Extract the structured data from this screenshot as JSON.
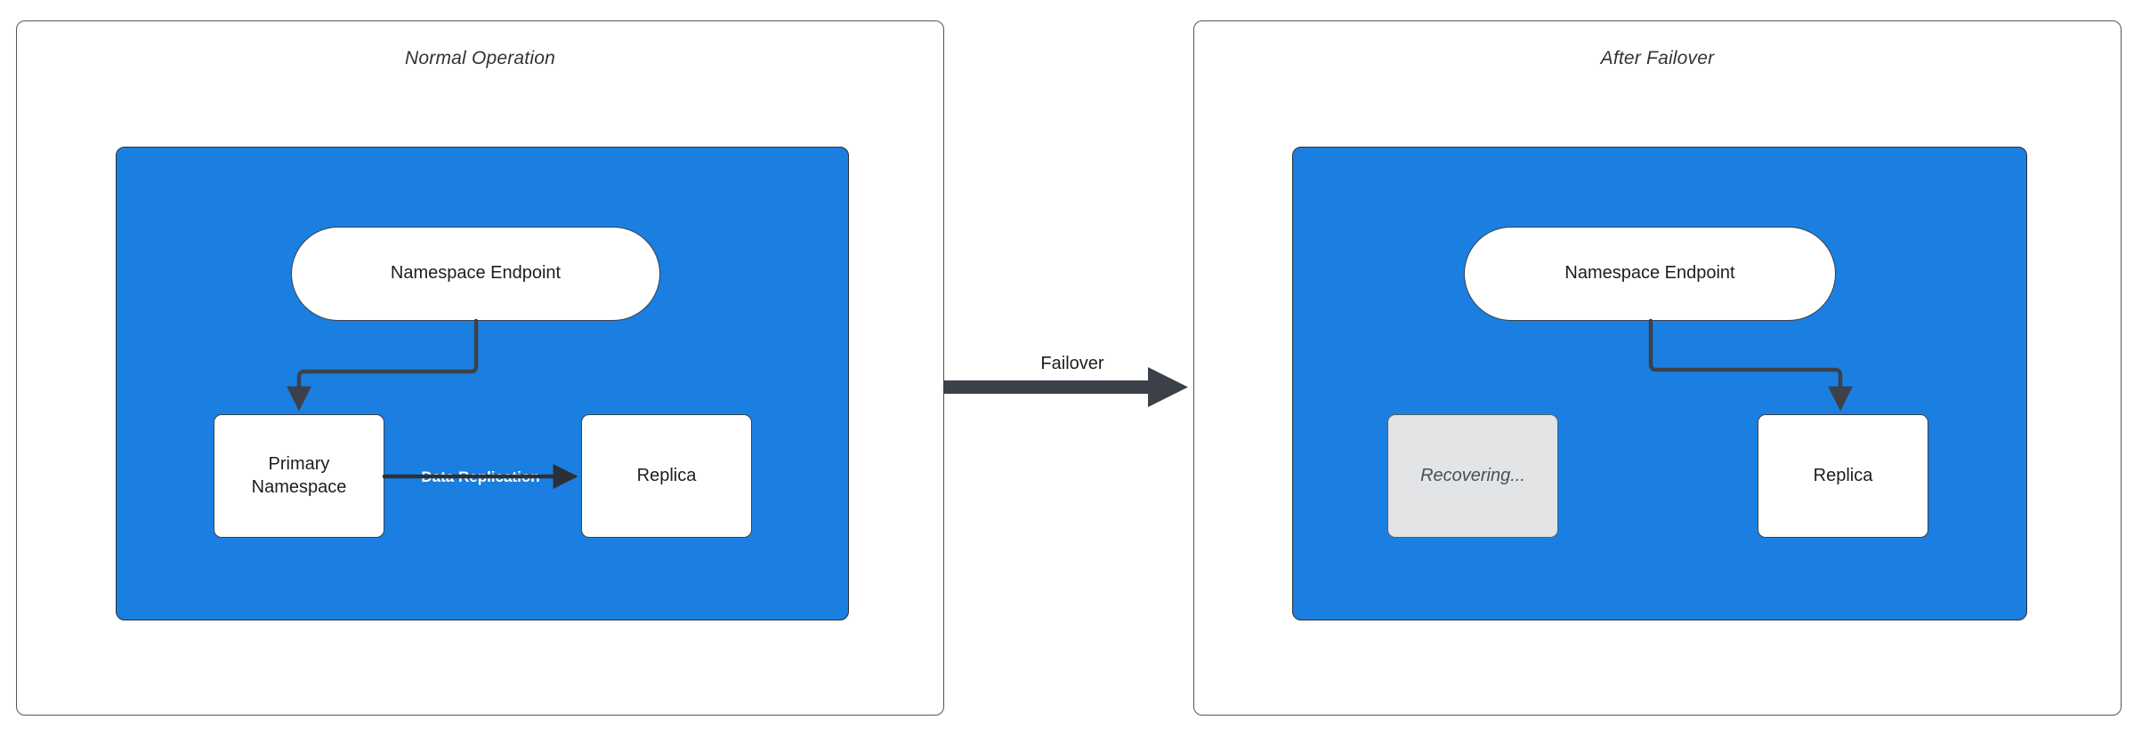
{
  "diagram": {
    "type": "flowchart",
    "title": "Namespace failover topology",
    "colors": {
      "cluster_blue": "#1a7fe0",
      "node_white": "#ffffff",
      "node_muted_gray": "#e2e4e6",
      "stroke_dark": "#3c4149",
      "panel_border": "#555555",
      "edge_label_white": "#ffffff",
      "text_dark": "#1b1d21"
    },
    "panels": [
      {
        "id": "normal",
        "title": "Normal Operation",
        "cluster": {
          "id": "cluster-normal",
          "label": ""
        },
        "nodes": [
          {
            "id": "endpoint-normal",
            "label": "Namespace Endpoint",
            "shape": "pill",
            "state": "active"
          },
          {
            "id": "primary-namespace",
            "label": "Primary\nNamespace",
            "shape": "box",
            "state": "active"
          },
          {
            "id": "replica-normal",
            "label": "Replica",
            "shape": "box",
            "state": "active"
          }
        ],
        "edges": [
          {
            "from": "endpoint-normal",
            "to": "primary-namespace",
            "label": "",
            "style": "elbow-arrow"
          },
          {
            "from": "primary-namespace",
            "to": "replica-normal",
            "label": "Data Replication",
            "style": "straight-arrow"
          }
        ]
      },
      {
        "id": "failover",
        "title": "After Failover",
        "cluster": {
          "id": "cluster-failover",
          "label": ""
        },
        "nodes": [
          {
            "id": "endpoint-failover",
            "label": "Namespace Endpoint",
            "shape": "pill",
            "state": "active"
          },
          {
            "id": "recovering-namespace",
            "label": "Recovering...",
            "shape": "box",
            "state": "muted"
          },
          {
            "id": "replica-failover",
            "label": "Replica",
            "shape": "box",
            "state": "active"
          }
        ],
        "edges": [
          {
            "from": "endpoint-failover",
            "to": "replica-failover",
            "label": "",
            "style": "elbow-arrow"
          }
        ]
      }
    ],
    "transition": {
      "label": "Failover",
      "from_panel": "normal",
      "to_panel": "failover",
      "style": "thick-arrow"
    }
  }
}
